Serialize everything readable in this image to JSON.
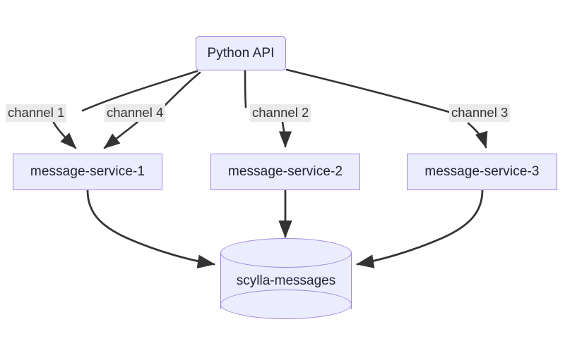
{
  "diagram": {
    "type": "flowchart",
    "direction": "top-down",
    "background": "#ffffff",
    "node_fill": "#ECECFF",
    "node_stroke": "#9E86DF",
    "edge_color": "#333333",
    "label_background": "#EAEAEA",
    "nodes": [
      {
        "id": "python-api",
        "label": "Python API",
        "shape": "rounded-rect"
      },
      {
        "id": "message-service-1",
        "label": "message-service-1",
        "shape": "rect"
      },
      {
        "id": "message-service-2",
        "label": "message-service-2",
        "shape": "rect"
      },
      {
        "id": "message-service-3",
        "label": "message-service-3",
        "shape": "rect"
      },
      {
        "id": "scylla-messages",
        "label": "scylla-messages",
        "shape": "cylinder"
      }
    ],
    "edges": [
      {
        "from": "python-api",
        "to": "message-service-1",
        "label": "channel 1"
      },
      {
        "from": "python-api",
        "to": "message-service-1",
        "label": "channel 4"
      },
      {
        "from": "python-api",
        "to": "message-service-2",
        "label": "channel 2"
      },
      {
        "from": "python-api",
        "to": "message-service-3",
        "label": "channel 3"
      },
      {
        "from": "message-service-1",
        "to": "scylla-messages",
        "label": ""
      },
      {
        "from": "message-service-2",
        "to": "scylla-messages",
        "label": ""
      },
      {
        "from": "message-service-3",
        "to": "scylla-messages",
        "label": ""
      }
    ]
  }
}
